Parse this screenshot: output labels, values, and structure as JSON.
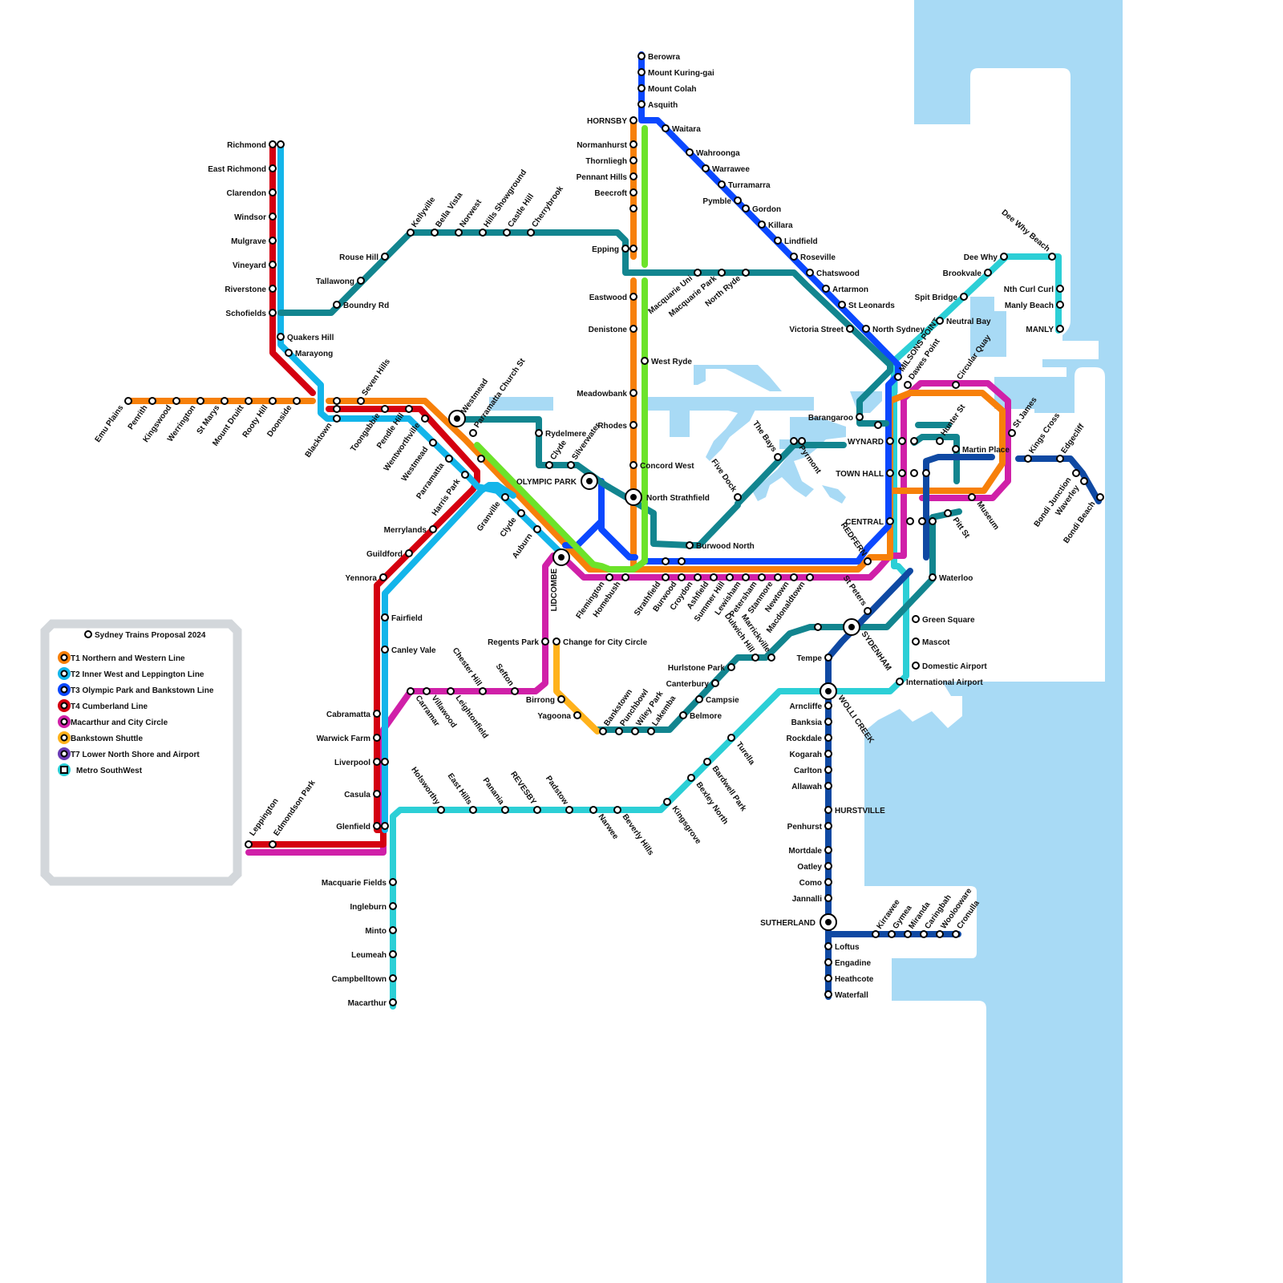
{
  "colors": {
    "water": "#a8daf5",
    "T1": "#f7800a",
    "T2": "#13b5ea",
    "T3": "#0b48ff",
    "T4": "#d40010",
    "T5": "#d020a8",
    "T6": "#ffb21c",
    "T7": "#0f49a3",
    "T8": "#12858f",
    "T9": "#6ce32a",
    "M": "#2ccfd6",
    "legend_border": "#d3d7db"
  },
  "legend": {
    "title": "Sydney Trains Proposal 2024",
    "items": [
      {
        "label": "T1 Northern and Western Line",
        "color": "#f7800a"
      },
      {
        "label": "T2 Inner West and Leppington Line",
        "color": "#13b5ea"
      },
      {
        "label": "T3 Olympic Park and Bankstown Line",
        "color": "#0b48ff"
      },
      {
        "label": "T4 Cumberland Line",
        "color": "#d40010"
      },
      {
        "label": "Macarthur and City Circle",
        "color": "#d020a8"
      },
      {
        "label": "Bankstown Shuttle",
        "color": "#ffb21c"
      },
      {
        "label": "T7 Lower North Shore and Airport",
        "color": "#6a3bb5"
      },
      {
        "label": "Metro SouthWest",
        "color": "#2ccfd6"
      }
    ]
  },
  "stations": {
    "richmond": "Richmond",
    "east_richmond": "East Richmond",
    "clarendon": "Clarendon",
    "windsor": "Windsor",
    "mulgrave": "Mulgrave",
    "vineyard": "Vineyard",
    "riverstone": "Riverstone",
    "schofields": "Schofields",
    "quakers_hill": "Quakers Hill",
    "marayong": "Marayong",
    "rouse_hill": "Rouse Hill",
    "tallawong": "Tallawong",
    "boundry_rd": "Boundry Rd",
    "kellyville": "Kellyville",
    "bella_vista": "Bella Vista",
    "norwest": "Norwest",
    "hills_showground": "Hills Showground",
    "castle_hill": "Castle Hill",
    "cherrybrook": "Cherrybrook",
    "emu_plains": "Emu Plains",
    "penrith": "Penrith",
    "kingswood": "Kingswood",
    "werrington": "Werrington",
    "st_marys": "St Marys",
    "mount_druitt": "Mount Druitt",
    "rooty_hill": "Rooty Hill",
    "doonside": "Doonside",
    "blacktown": "Blacktown",
    "seven_hills": "Seven Hills",
    "toongabbie": "Toongabbie",
    "pendle_hill": "Pendle Hill",
    "wentworthville": "Wentworthville",
    "westmead": "Westmead",
    "westmead_int": "Westmead",
    "parramatta": "Parramatta",
    "parramatta_church": "Parramatta Church St",
    "harris_park": "Harris Park",
    "merrylands": "Merrylands",
    "guildford": "Guildford",
    "yennora": "Yennora",
    "fairfield": "Fairfield",
    "canley_vale": "Canley Vale",
    "cabramatta": "Cabramatta",
    "warwick_farm": "Warwick Farm",
    "liverpool": "Liverpool",
    "casula": "Casula",
    "glenfield": "Glenfield",
    "leppington": "Leppington",
    "edmondson_park": "Edmondson Park",
    "macquarie_fields": "Macquarie Fields",
    "ingleburn": "Ingleburn",
    "minto": "Minto",
    "leumeah": "Leumeah",
    "campbelltown": "Campbelltown",
    "macarthur": "Macarthur",
    "carramar": "Carramar",
    "villawood": "Villawood",
    "leightonfield": "Leightonfield",
    "chester_hill": "Chester Hill",
    "sefton": "Sefton",
    "regents_park": "Regents Park",
    "change_city_circle": "Change for City Circle",
    "birrong": "Birrong",
    "yagoona": "Yagoona",
    "bankstown": "Bankstown",
    "punchbowl": "Punchbowl",
    "wiley_park": "Wiley Park",
    "lakemba": "Lakemba",
    "belmore": "Belmore",
    "campsie": "Campsie",
    "canterbury": "Canterbury",
    "hurlstone_park": "Hurlstone Park",
    "dulwich_hill": "Dulwich Hill",
    "marrickville": "Marrickville",
    "holsworthy": "Holsworthy",
    "east_hills": "East Hills",
    "panania": "Panania",
    "revesby": "REVESBY",
    "padstow": "Padstow",
    "narwee": "Narwee",
    "beverly_hills": "Beverly Hills",
    "kingsgrove": "Kingsgrove",
    "bexley_north": "Bexley North",
    "bardwell_park": "Bardwell Park",
    "turella": "Turella",
    "granville": "Granville",
    "clyde": "Clyde",
    "auburn": "Auburn",
    "lidcombe": "LIDCOMBE",
    "flemington": "Flemington",
    "homebush": "Homebush",
    "strathfield": "Strathfield",
    "burwood": "Burwood",
    "croydon": "Croydon",
    "ashfield": "Ashfield",
    "summer_hill": "Summer Hill",
    "lewisham": "Lewisham",
    "petersham": "Petersham",
    "stanmore": "Stanmore",
    "newtown": "Newtown",
    "macdonaldtown": "Macdonaldtown",
    "redfern": "REDFERN",
    "central": "CENTRAL",
    "town_hall": "TOWN HALL",
    "wynard": "WYNARD",
    "rydelmere": "Rydelmere",
    "clyde2": "Clyde",
    "silverwater": "Silverwater",
    "olympic_park": "OLYMPIC PARK",
    "hornsby": "HORNSBY",
    "normanhurst": "Normanhurst",
    "thornliegh": "Thornliegh",
    "pennant_hills": "Pennant Hills",
    "beecroft": "Beecroft",
    "epping": "Epping",
    "eastwood": "Eastwood",
    "denistone": "Denistone",
    "west_ryde": "West Ryde",
    "meadowbank": "Meadowbank",
    "rhodes": "Rhodes",
    "concord_west": "Concord West",
    "north_strathfield": "North Strathfield",
    "burwood_north": "Burwood North",
    "five_dock": "Five Dock",
    "the_bays": "The Bays",
    "pyrmont": "Pyrmont",
    "berowra": "Berowra",
    "mount_kuring_gai": "Mount Kuring-gai",
    "mount_colah": "Mount Colah",
    "asquith": "Asquith",
    "waitara": "Waitara",
    "wahroonga": "Wahroonga",
    "warrawee": "Warrawee",
    "turramarra": "Turramarra",
    "pymble": "Pymble",
    "gordon": "Gordon",
    "killara": "Killara",
    "lindfield": "Lindfield",
    "roseville": "Roseville",
    "chatswood": "Chatswood",
    "artarmon": "Artarmon",
    "st_leonards": "St Leonards",
    "north_sydney": "North Sydney",
    "victoria_street": "Victoria Street",
    "milsons_point": "MILSONS POINT",
    "dawes_point": "Dawes Point",
    "barangaroo": "Barangaroo",
    "macquarie_uni": "Macquarie Uni",
    "macquarie_park": "Macquarie Park",
    "north_ryde": "North Ryde",
    "dee_why_beach": "Dee Why Beach",
    "dee_why": "Dee Why",
    "brookvale": "Brookvale",
    "spit_bridge": "Spit Bridge",
    "neutral_bay": "Neutral Bay",
    "nth_curl_curl": "Nth Curl Curl",
    "manly_beach": "Manly Beach",
    "manly": "MANLY",
    "circular_quay": "Circular Quay",
    "hunter_st": "Hunter St",
    "martin_place": "Martin Place",
    "st_james": "St James",
    "museum": "Museum",
    "pitt_st": "Pitt St",
    "kings_cross": "Kings Cross",
    "edgecliff": "Edgecliff",
    "bondi_junction": "Bondi Junction",
    "waverley": "Waverley",
    "bondi_beach": "Bondi Beach",
    "waterloo": "Waterloo",
    "green_square": "Green Square",
    "mascot": "Mascot",
    "domestic_airport": "Domestic Airport",
    "international_airport": "International Airport",
    "st_peters": "St Peters",
    "sydenham": "SYDENHAM",
    "tempe": "Tempe",
    "wolli_creek": "WOLLI CREEK",
    "arncliffe": "Arncliffe",
    "banksia": "Banksia",
    "rockdale": "Rockdale",
    "kogarah": "Kogarah",
    "carlton": "Carlton",
    "allawah": "Allawah",
    "hurstville": "HURSTVILLE",
    "penhurst": "Penhurst",
    "mortdale": "Mortdale",
    "oatley": "Oatley",
    "como": "Como",
    "jannalli": "Jannalli",
    "sutherland": "SUTHERLAND",
    "loftus": "Loftus",
    "engadine": "Engadine",
    "heathcote": "Heathcote",
    "waterfall": "Waterfall",
    "kirrawee": "Kirrawee",
    "gymea": "Gymea",
    "miranda": "Miranda",
    "caringbah": "Caringbah",
    "woolooware": "Woolooware",
    "cronulla": "Cronulla"
  }
}
